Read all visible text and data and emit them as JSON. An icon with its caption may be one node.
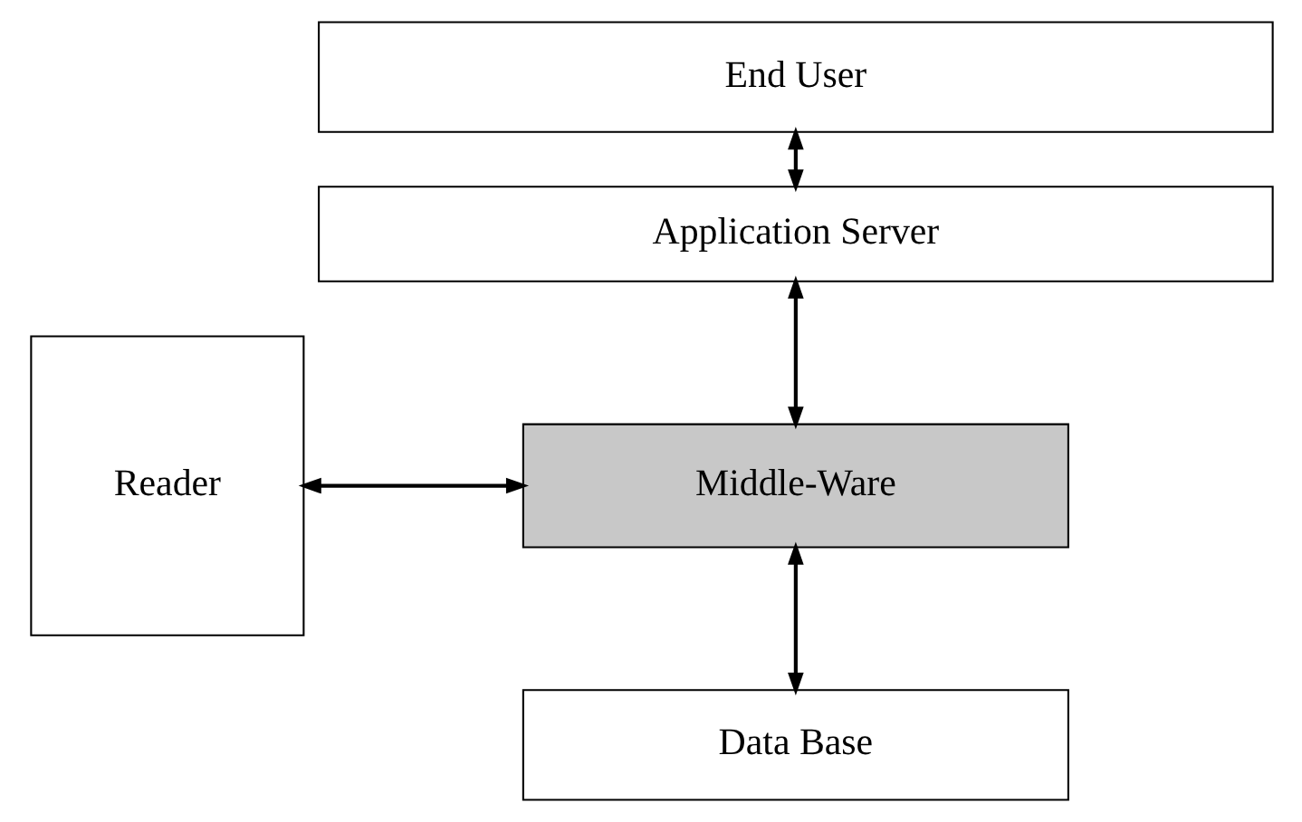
{
  "diagram": {
    "nodes": [
      {
        "text": [
          "End User"
        ]
      },
      {
        "text": [
          "Application Server"
        ]
      },
      {
        "text": [
          "Reader"
        ]
      },
      {
        "text": [
          "Middle-Ware"
        ]
      },
      {
        "text": [
          "Data Base"
        ]
      }
    ],
    "edges": [
      {
        "from": 0,
        "to": 1,
        "arrow": "both"
      },
      {
        "from": 1,
        "to": 3,
        "arrow": "both"
      },
      {
        "from": 2,
        "to": 3,
        "arrow": "both"
      },
      {
        "from": 3,
        "to": 4,
        "arrow": "both"
      }
    ]
  }
}
